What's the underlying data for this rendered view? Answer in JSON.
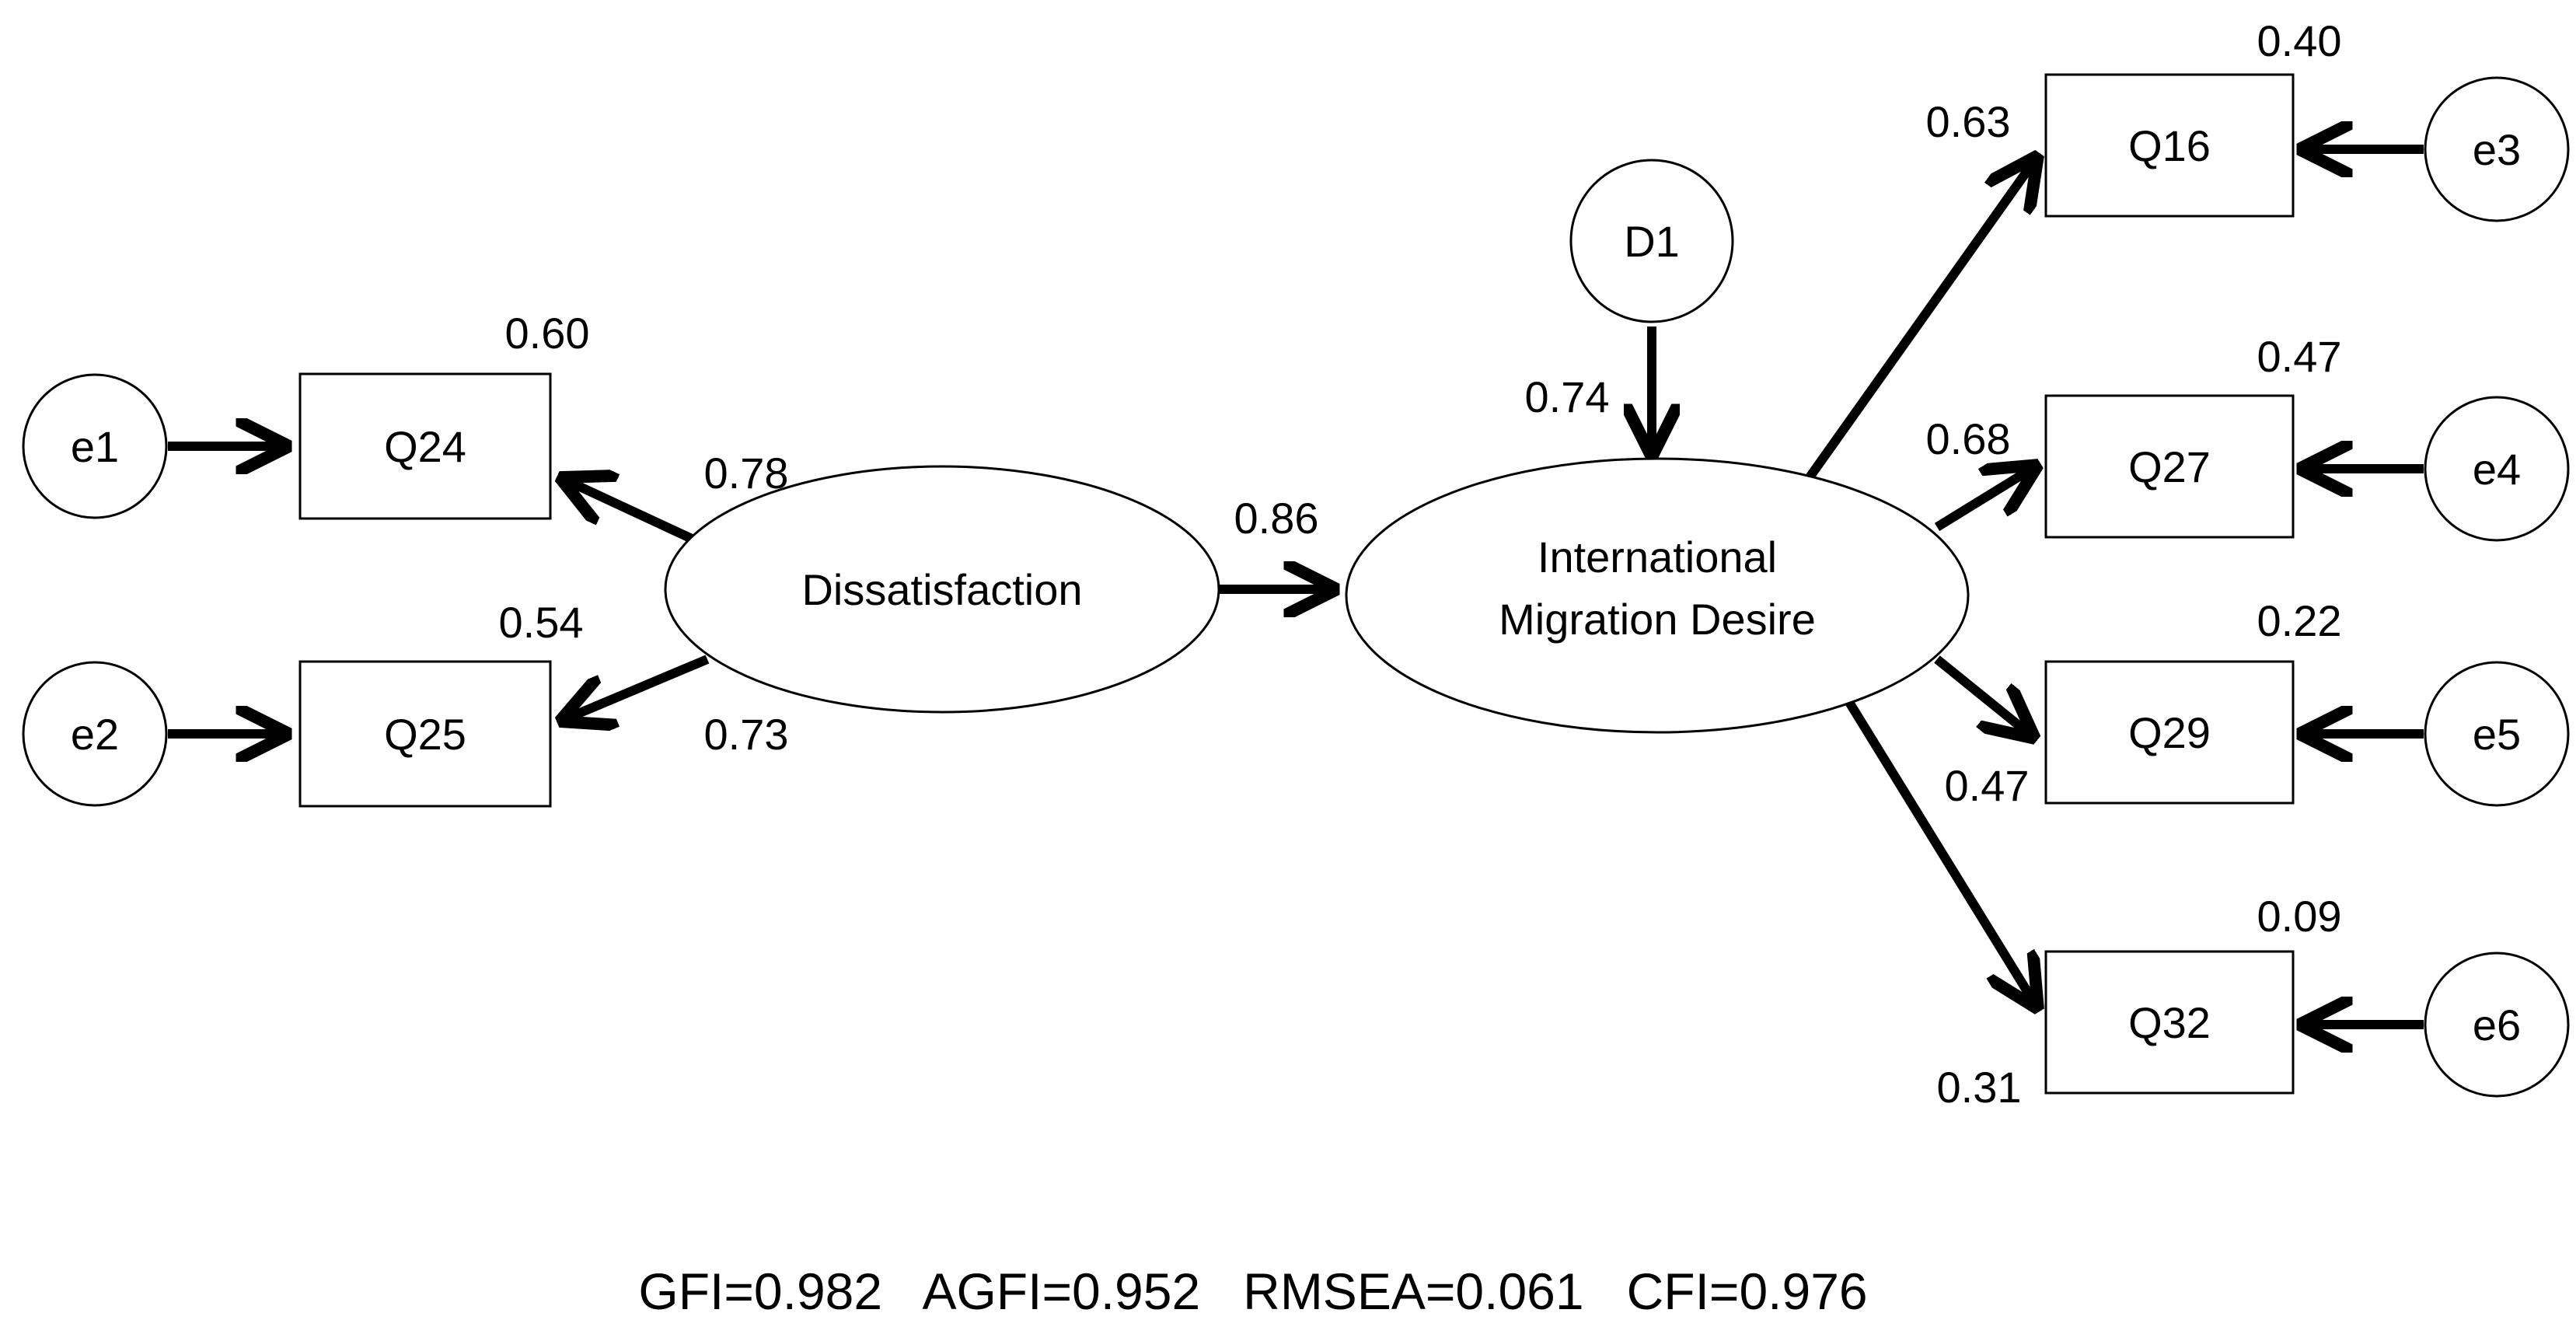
{
  "latent": {
    "dissatisfaction": {
      "label": "Dissatisfaction"
    },
    "migration": {
      "line1": "International",
      "line2": "Migration Desire"
    }
  },
  "errors": {
    "e1": "e1",
    "e2": "e2",
    "e3": "e3",
    "e4": "e4",
    "e5": "e5",
    "e6": "e6",
    "d1": "D1"
  },
  "observed": {
    "q24": "Q24",
    "q25": "Q25",
    "q16": "Q16",
    "q27": "Q27",
    "q29": "Q29",
    "q32": "Q32"
  },
  "loadings": {
    "dis_q24": "0.78",
    "dis_q25": "0.73",
    "dis_mig": "0.86",
    "d1_mig": "0.74",
    "mig_q16": "0.63",
    "mig_q27": "0.68",
    "mig_q29": "0.47",
    "mig_q32": "0.31"
  },
  "r2": {
    "q24": "0.60",
    "q25": "0.54",
    "q16": "0.40",
    "q27": "0.47",
    "q29": "0.22",
    "q32": "0.09"
  },
  "fit_indices": "GFI=0.982   AGFI=0.952   RMSEA=0.061   CFI=0.976"
}
